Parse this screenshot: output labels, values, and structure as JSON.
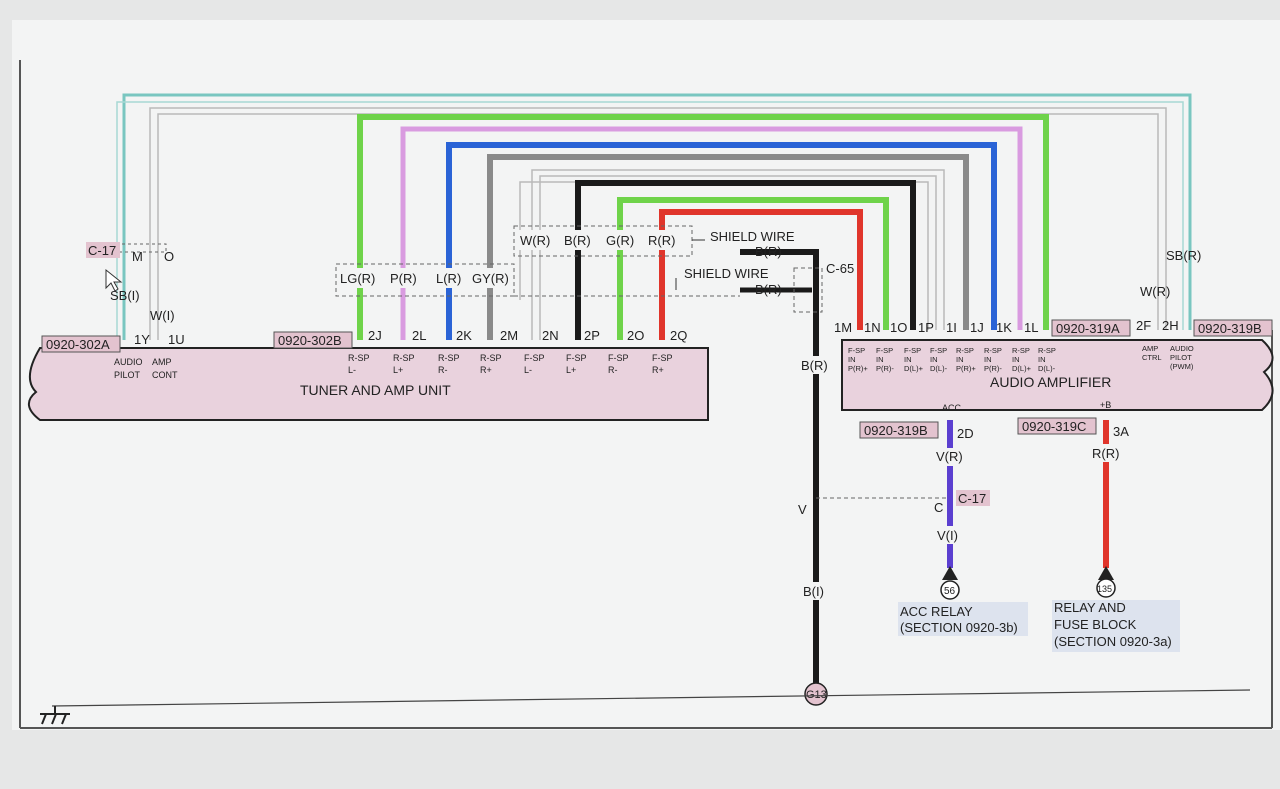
{
  "units": {
    "tuner_name": "TUNER AND AMP UNIT",
    "amp_name": "AUDIO AMPLIFIER"
  },
  "connectors": {
    "c302a": "0920-302A",
    "c302b": "0920-302B",
    "c319a": "0920-319A",
    "c319b_top": "0920-319B",
    "c319b_low": "0920-319B",
    "c319c": "0920-319C",
    "c17_top": "C-17",
    "c17_mid": "C-17",
    "c65": "C-65"
  },
  "tuner_pins": {
    "p1y": "1Y",
    "p1u": "1U",
    "p2j": "2J",
    "p2l": "2L",
    "p2k": "2K",
    "p2m": "2M",
    "p2n": "2N",
    "p2p": "2P",
    "p2o": "2O",
    "p2q": "2Q"
  },
  "tuner_funcs": {
    "audio_pilot": [
      "AUDIO",
      "PILOT"
    ],
    "amp_cont": [
      "AMP",
      "CONT"
    ],
    "f2j": [
      "R-SP",
      "L-"
    ],
    "f2l": [
      "R-SP",
      "L+"
    ],
    "f2k": [
      "R-SP",
      "R-"
    ],
    "f2m": [
      "R-SP",
      "R+"
    ],
    "f2n": [
      "F-SP",
      "L-"
    ],
    "f2p": [
      "F-SP",
      "L+"
    ],
    "f2o": [
      "F-SP",
      "R-"
    ],
    "f2q": [
      "F-SP",
      "R+"
    ]
  },
  "amp_pins": {
    "p1m": "1M",
    "p1n": "1N",
    "p1o": "1O",
    "p1p": "1P",
    "p1i": "1I",
    "p1j": "1J",
    "p1k": "1K",
    "p1l": "1L",
    "p2f": "2F",
    "p2h": "2H",
    "p2d": "2D",
    "p3a": "3A"
  },
  "amp_funcs": {
    "a1m": [
      "F-SP",
      "IN",
      "P(R)+"
    ],
    "a1n": [
      "F-SP",
      "IN",
      "P(R)-"
    ],
    "a1o": [
      "F-SP",
      "IN",
      "D(L)+"
    ],
    "a1p": [
      "F-SP",
      "IN",
      "D(L)-"
    ],
    "a1i": [
      "R-SP",
      "IN",
      "P(R)+"
    ],
    "a1j": [
      "R-SP",
      "IN",
      "P(R)-"
    ],
    "a1k": [
      "R-SP",
      "IN",
      "D(L)+"
    ],
    "a1l": [
      "R-SP",
      "IN",
      "D(L)-"
    ],
    "amp_ctrl": [
      "AMP",
      "CTRL"
    ],
    "audio_pilot_pwm": [
      "AUDIO",
      "PILOT",
      "(PWM)"
    ],
    "acc": "ACC",
    "plus_b": "+B"
  },
  "wire_labels": {
    "lg": "LG(R)",
    "p": "P(R)",
    "l": "L(R)",
    "gy": "GY(R)",
    "w": "W(R)",
    "b": "B(R)",
    "g": "G(R)",
    "r": "R(R)",
    "shield1": "SHIELD WIRE",
    "shield2": "SHIELD WIRE",
    "br_top": "B(R)",
    "br_mid": "B(R)",
    "br_vert": "B(R)",
    "bi": "B(I)",
    "v_left": "V",
    "sbi": "SB(I)",
    "wi": "W(I)",
    "m": "M",
    "o": "O",
    "wr_right": "W(R)",
    "sbr_right": "SB(R)",
    "vr": "V(R)",
    "c": "C",
    "vi": "V(I)",
    "rr": "R(R)"
  },
  "grounds": {
    "g13": "G13"
  },
  "refs": {
    "ref56": "56",
    "ref135": "135",
    "acc_relay": [
      "ACC RELAY",
      "(SECTION 0920-3b)"
    ],
    "relay_fuse": [
      "RELAY AND",
      "FUSE BLOCK",
      "(SECTION 0920-3a)"
    ]
  },
  "colors": {
    "light_green": "#6fd34a",
    "pink": "#d99be0",
    "blue": "#2a63d6",
    "gray": "#8a8a8a",
    "black": "#1a1a1a",
    "red": "#e0352b",
    "teal": "#79c6c0",
    "violet": "#5b3fd0",
    "unit_fill": "#e9d2dd",
    "label_fill": "#e3c3cf"
  }
}
